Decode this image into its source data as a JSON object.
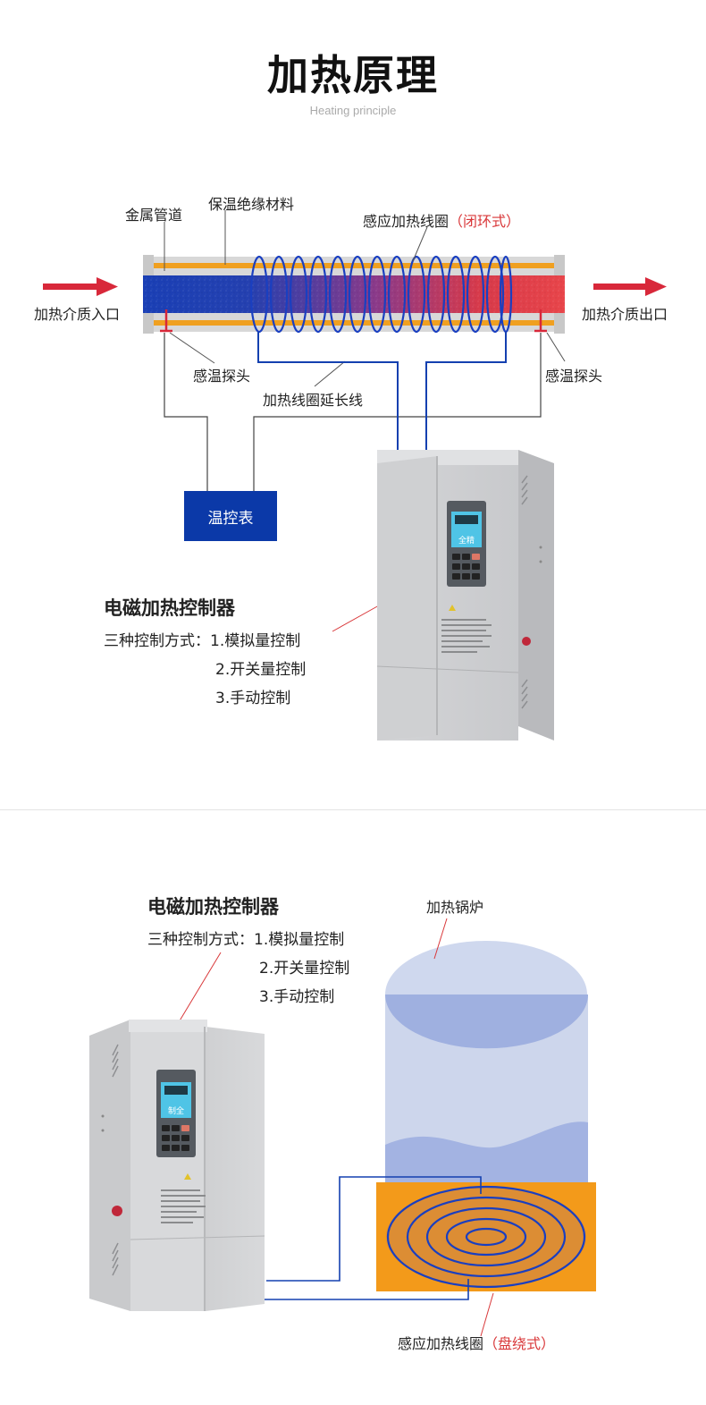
{
  "header": {
    "title": "加热原理",
    "subtitle": "Heating principle"
  },
  "diagram1": {
    "metal_pipe": "金属管道",
    "insulation": "保温绝缘材料",
    "coil_label": "感应加热线圈",
    "coil_type": "（闭环式）",
    "inlet": "加热介质入口",
    "outlet": "加热介质出口",
    "sensor_left": "感温探头",
    "sensor_right": "感温探头",
    "coil_extension": "加热线圈延长线",
    "thermostat": "温控表"
  },
  "controller": {
    "title": "电磁加热控制器",
    "modes_prefix": "三种控制方式：",
    "mode1": "1.模拟量控制",
    "mode2": "2.开关量控制",
    "mode3": "3.手动控制"
  },
  "diagram2": {
    "boiler": "加热锅炉",
    "coil_label": "感应加热线圈",
    "coil_type": "（盘绕式）"
  },
  "colors": {
    "cold_blue": "#1a3fb5",
    "hot_red": "#e03a3a",
    "insulation_orange": "#f0a020",
    "wire_blue": "#1440b0",
    "arrow_red": "#d8283a",
    "thermostat_bg": "#0b39a8"
  }
}
